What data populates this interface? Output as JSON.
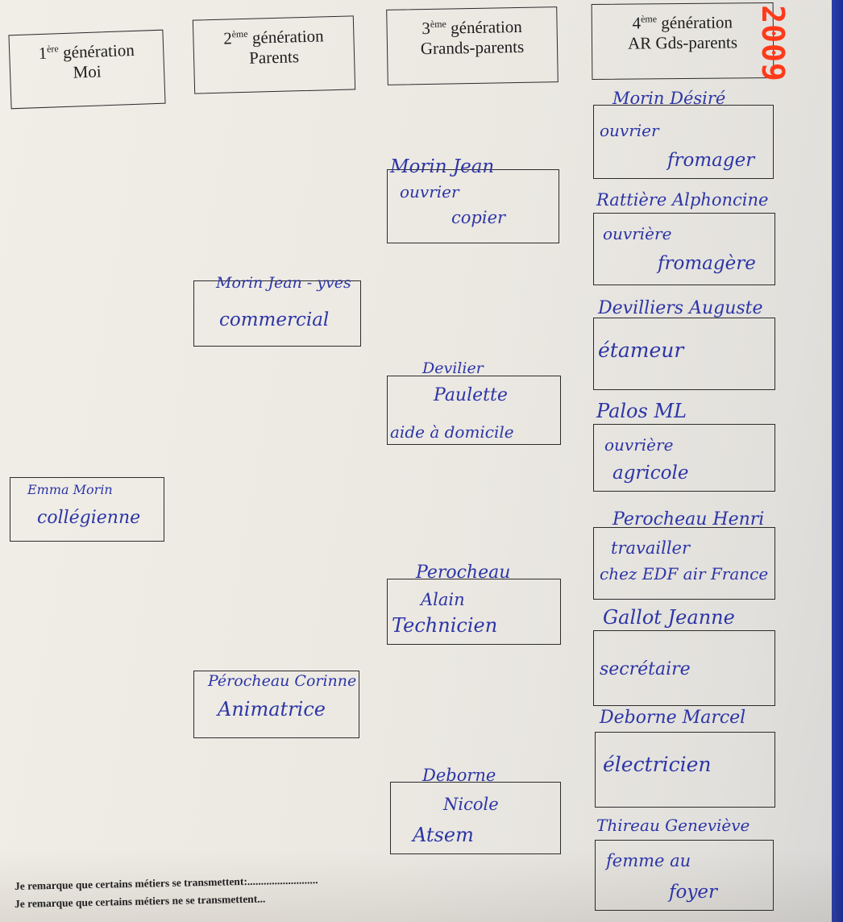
{
  "headers": {
    "gen1": {
      "num": "1",
      "sup": "ère",
      "word": "génération",
      "sub": "Moi"
    },
    "gen2": {
      "num": "2",
      "sup": "ème",
      "word": "génération",
      "sub": "Parents"
    },
    "gen3": {
      "num": "3",
      "sup": "ème",
      "word": "génération",
      "sub": "Grands-parents"
    },
    "gen4": {
      "num": "4",
      "sup": "ème",
      "word": "génération",
      "sub": "AR Gds-parents"
    }
  },
  "stamp": "2009",
  "gen1": {
    "moi": {
      "name": "Emma Morin",
      "job": "collégienne"
    }
  },
  "gen2": {
    "pere": {
      "name": "Morin Jean - yves",
      "job": "commercial"
    },
    "mere": {
      "name": "Pérocheau Corinne",
      "job": "Animatrice"
    }
  },
  "gen3": {
    "gp1": {
      "name": "Morin Jean",
      "job_1": "ouvrier",
      "job_2": "copier"
    },
    "gp2": {
      "name": "Devilier",
      "name_2": "Paulette",
      "job": "aide à domicile"
    },
    "gp3": {
      "name": "Perocheau",
      "name_2": "Alain",
      "job": "Technicien"
    },
    "gp4": {
      "name": "Deborne",
      "name_2": "Nicole",
      "job": "Atsem"
    }
  },
  "gen4": {
    "a1": {
      "name": "Morin Désiré",
      "job_1": "ouvrier",
      "job_2": "fromager"
    },
    "a2": {
      "name": "Rattière Alphoncine",
      "job_1": "ouvrière",
      "job_2": "fromagère"
    },
    "a3": {
      "name": "Devilliers Auguste",
      "job": "étameur"
    },
    "a4": {
      "name": "Palos ML",
      "job_1": "ouvrière",
      "job_2": "agricole"
    },
    "a5": {
      "name": "Perocheau Henri",
      "job_1": "travailler",
      "job_2": "chez EDF air France"
    },
    "a6": {
      "name": "Gallot Jeanne",
      "job": "secrétaire"
    },
    "a7": {
      "name": "Deborne Marcel",
      "job": "électricien"
    },
    "a8": {
      "name": "Thireau Geneviève",
      "job_1": "femme au",
      "job_2": "foyer"
    }
  },
  "footer": {
    "line1": "Je remarque que certains métiers se transmettent:..........................",
    "line2": "Je remarque que certains métiers ne se transmettent..."
  }
}
